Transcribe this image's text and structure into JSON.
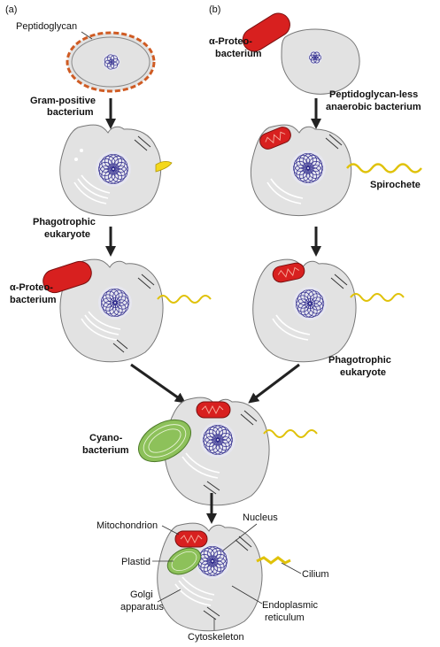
{
  "panels": {
    "a": "(a)",
    "b": "(b)"
  },
  "left": {
    "peptidoglycan": "Peptidoglycan",
    "gram_positive": [
      "Gram-positive",
      "bacterium"
    ],
    "phagotrophic": [
      "Phagotrophic",
      "eukaryote"
    ],
    "alpha": [
      "α-Proteo-",
      "bacterium"
    ]
  },
  "right": {
    "alpha": [
      "α-Proteo-",
      "bacterium"
    ],
    "peptidoglycan_less": [
      "Peptidoglycan-less",
      "anaerobic bacterium"
    ],
    "spirochete": "Spirochete",
    "phagotrophic": [
      "Phagotrophic",
      "eukaryote"
    ]
  },
  "cyano": [
    "Cyano-",
    "bacterium"
  ],
  "final": {
    "mitochondrion": "Mitochondrion",
    "nucleus": "Nucleus",
    "plastid": "Plastid",
    "cilium": "Cilium",
    "golgi": [
      "Golgi",
      "apparatus"
    ],
    "er": [
      "Endoplasmic",
      "reticulum"
    ],
    "cytoskeleton": "Cytoskeleton"
  },
  "colors": {
    "cell_fill": "#e2e2e2",
    "cell_stroke": "#777777",
    "nucleus": "#2e2a8c",
    "mito": "#d8201f",
    "plastid": "#8dc15a",
    "cilium": "#f4d81c",
    "wall": "#cf5b23",
    "arrow": "#222222"
  }
}
